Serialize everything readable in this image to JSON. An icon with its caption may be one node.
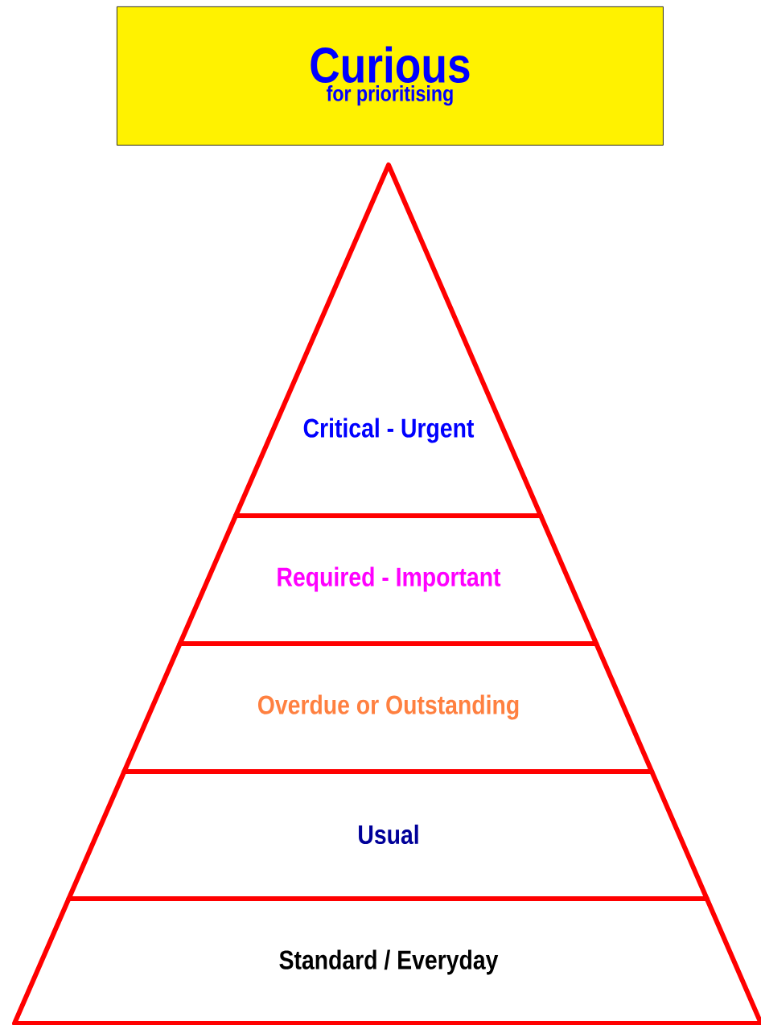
{
  "diagram": {
    "nodes": [
      {
        "text": [
          "Curious",
          "for prioritising"
        ]
      },
      {
        "text": [
          "Critical - Urgent"
        ]
      },
      {
        "text": [
          "Required - Important"
        ]
      },
      {
        "text": [
          "Overdue or Outstanding"
        ]
      },
      {
        "text": [
          "Usual"
        ]
      },
      {
        "text": [
          "Standard / Everyday"
        ]
      }
    ]
  }
}
